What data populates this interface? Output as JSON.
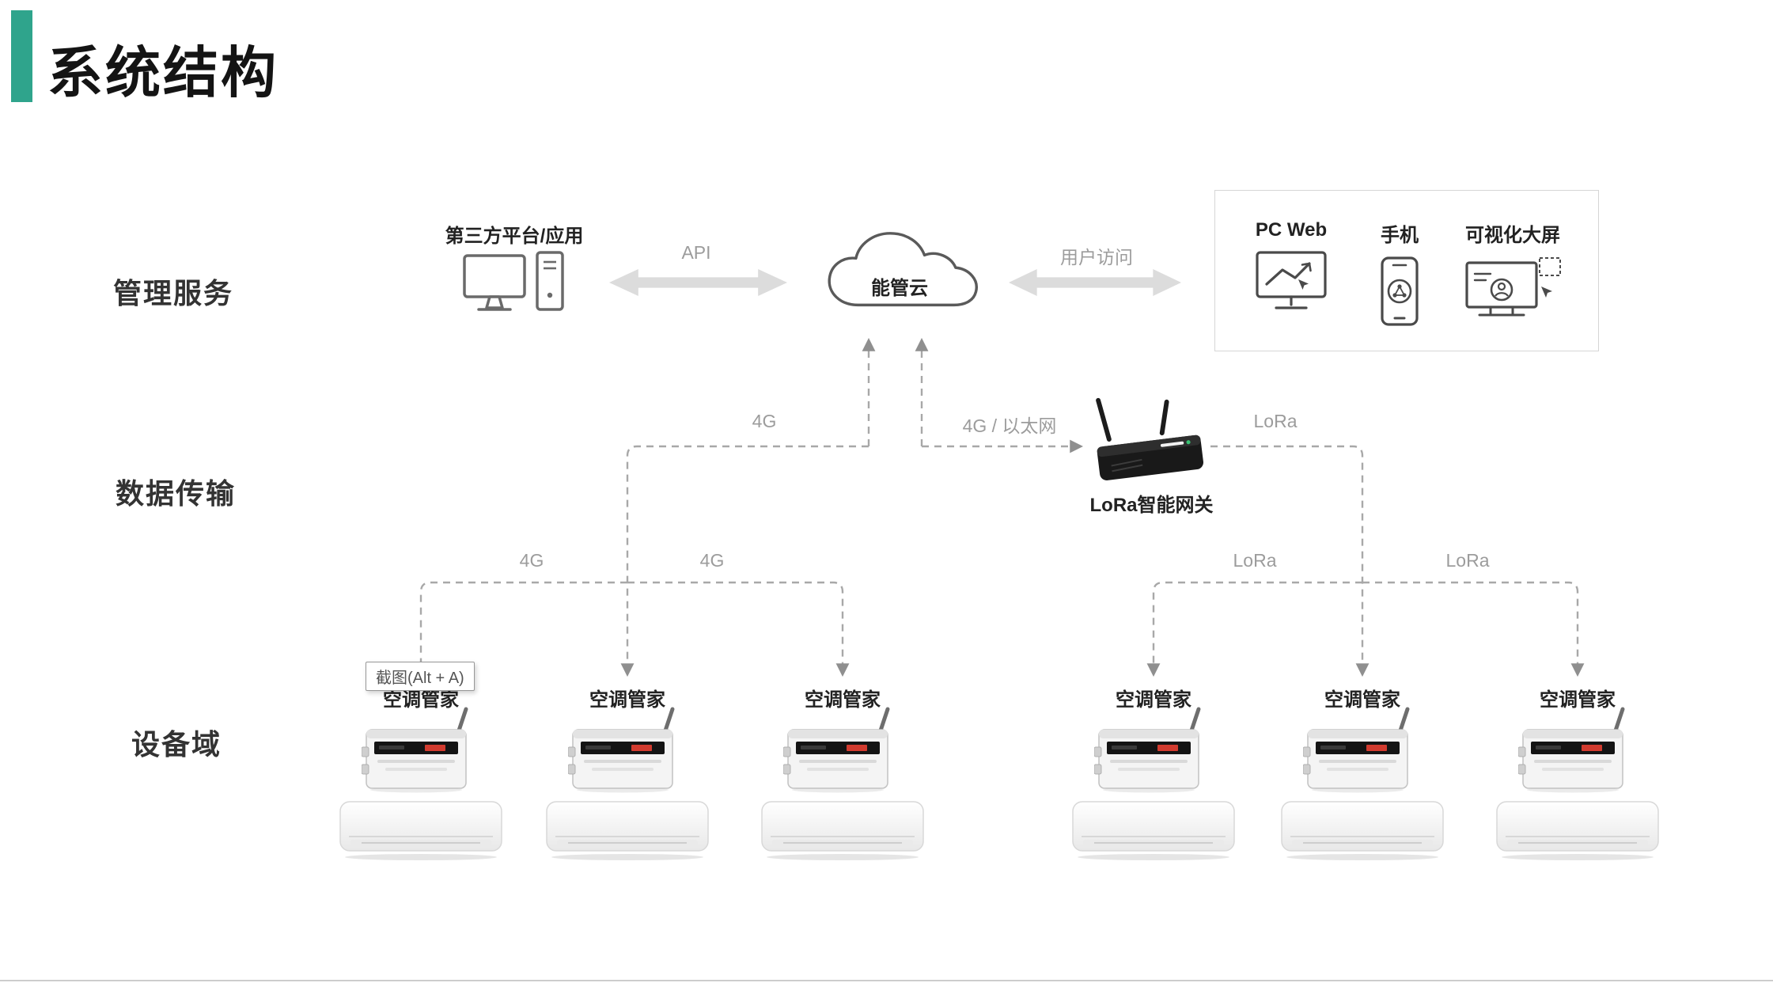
{
  "title": "系统结构",
  "layer_labels": {
    "management": "管理服务",
    "transmission": "数据传输",
    "devices": "设备域"
  },
  "management": {
    "third_party": "第三方平台/应用",
    "api": "API",
    "cloud": "能管云",
    "user_access": "用户访问",
    "clients": [
      {
        "label": "PC Web"
      },
      {
        "label": "手机"
      },
      {
        "label": "可视化大屏"
      }
    ]
  },
  "transmission": {
    "cloud_left_link": "4G",
    "gateway_uplink": "4G / 以太网",
    "gateway_name": "LoRa智能网关",
    "gateway_downlink": "LoRa",
    "left_branch_links": [
      "4G",
      "4G"
    ],
    "right_branch_links": [
      "LoRa",
      "LoRa"
    ]
  },
  "device_layer": {
    "controllers": [
      {
        "label": "空调管家"
      },
      {
        "label": "空调管家"
      },
      {
        "label": "空调管家"
      },
      {
        "label": "空调管家"
      },
      {
        "label": "空调管家"
      },
      {
        "label": "空调管家"
      }
    ]
  },
  "tooltip": "截图(Alt + A)",
  "colors": {
    "accent": "#2fa48c",
    "arrow": "#dcdcdc",
    "connector": "#a8a8a8"
  }
}
